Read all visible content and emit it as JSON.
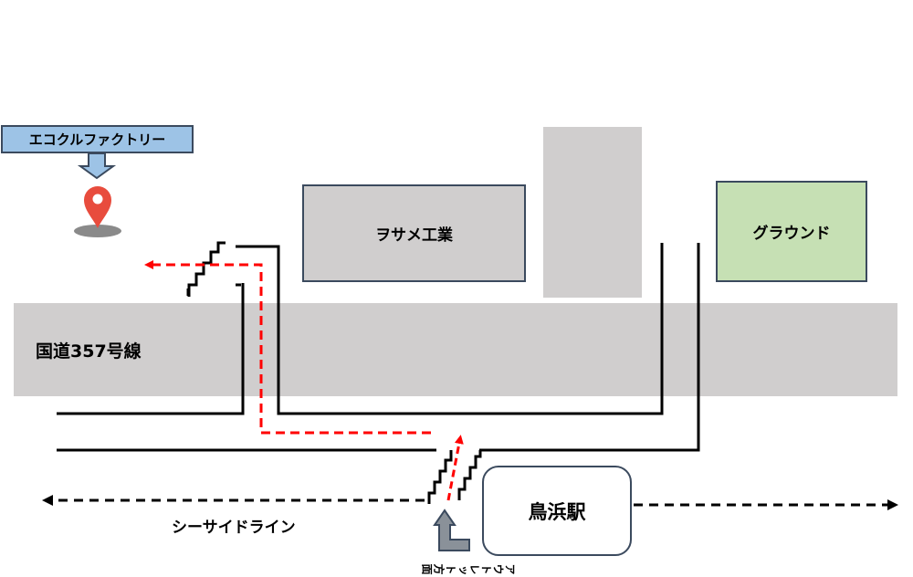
{
  "places": {
    "factory": "エコクルファクトリー",
    "company": "ヲサメ工業",
    "ground": "グラウンド",
    "road": "国道357号線",
    "station": "鳥浜駅",
    "railway": "シーサイドライン",
    "outlet_direction": "アウトレット方面"
  },
  "colors": {
    "route": "#ff0000",
    "building": "#d0cece",
    "ground": "#c6e0b4",
    "label_bg": "#9dc3e6",
    "pin": "#e84c3d",
    "border": "#3b4a5e"
  }
}
